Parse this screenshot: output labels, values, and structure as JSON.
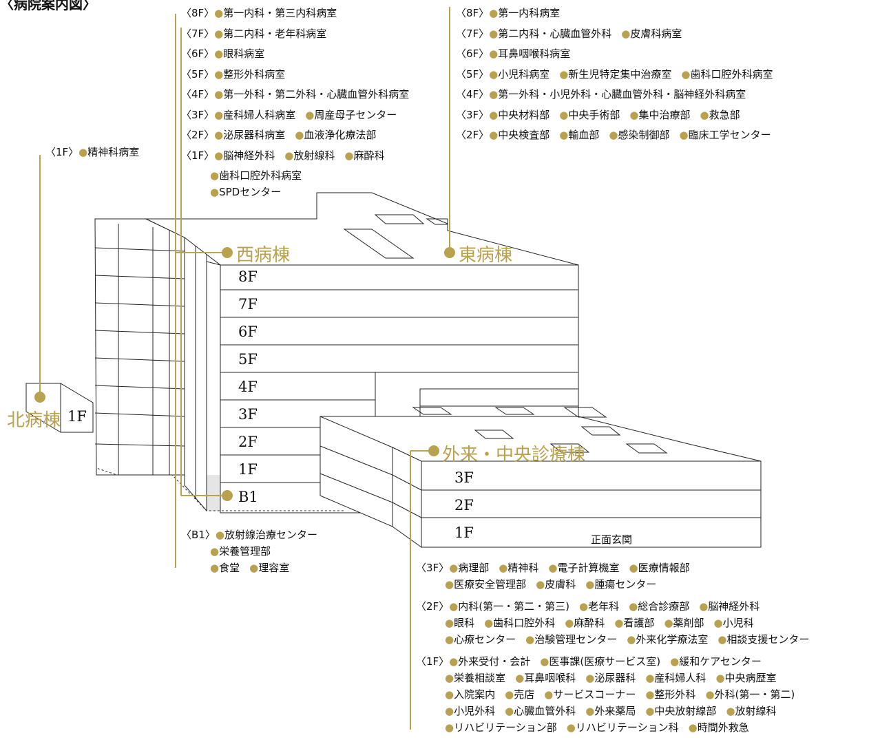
{
  "title": "〈病院案内図〉",
  "accent": "#b9a24f",
  "wards": {
    "north": "北病棟",
    "west": "西病棟",
    "east": "東病棟",
    "outpatient": "外来・中央診療棟"
  },
  "floors_main": [
    "8F",
    "7F",
    "6F",
    "5F",
    "4F",
    "3F",
    "2F",
    "1F",
    "B1"
  ],
  "floors_outpatient": [
    "3F",
    "2F",
    "1F"
  ],
  "north_floor": "1F",
  "entrance": "正面玄関",
  "north_list": [
    {
      "floor": "〈1F〉",
      "items": [
        "精神科病室"
      ]
    }
  ],
  "west_list": [
    {
      "floor": "〈8F〉",
      "items": [
        "第一内科・第三内科病室"
      ]
    },
    {
      "floor": "〈7F〉",
      "items": [
        "第二内科・老年科病室"
      ]
    },
    {
      "floor": "〈6F〉",
      "items": [
        "眼科病室"
      ]
    },
    {
      "floor": "〈5F〉",
      "items": [
        "整形外科病室"
      ]
    },
    {
      "floor": "〈4F〉",
      "items": [
        "第一外科・第二外科・心臓血管外科病室"
      ]
    },
    {
      "floor": "〈3F〉",
      "items": [
        "産科婦人科病室",
        "周産母子センター"
      ]
    },
    {
      "floor": "〈2F〉",
      "items": [
        "泌尿器科病室",
        "血液浄化療法部"
      ]
    },
    {
      "floor": "〈1F〉",
      "items": [
        "脳神経外科",
        "放射線科",
        "麻酔科"
      ]
    }
  ],
  "west_1f_extra": [
    "歯科口腔外科病室",
    "SPDセンター"
  ],
  "east_list": [
    {
      "floor": "〈8F〉",
      "items": [
        "第一内科病室"
      ]
    },
    {
      "floor": "〈7F〉",
      "items": [
        "第二内科・心臓血管外科",
        "皮膚科病室"
      ]
    },
    {
      "floor": "〈6F〉",
      "items": [
        "耳鼻咽喉科病室"
      ]
    },
    {
      "floor": "〈5F〉",
      "items": [
        "小児科病室",
        "新生児特定集中治療室",
        "歯科口腔外科病室"
      ]
    },
    {
      "floor": "〈4F〉",
      "items": [
        "第一外科・小児外科・心臓血管外科・脳神経外科病室"
      ]
    },
    {
      "floor": "〈3F〉",
      "items": [
        "中央材料部",
        "中央手術部",
        "集中治療部",
        "救急部"
      ]
    },
    {
      "floor": "〈2F〉",
      "items": [
        "中央検査部",
        "輸血部",
        "感染制御部",
        "臨床工学センター"
      ]
    }
  ],
  "b1_list": {
    "floor": "〈B1〉",
    "lines": [
      [
        "放射線治療センター"
      ],
      [
        "栄養管理部"
      ],
      [
        "食堂",
        "理容室"
      ]
    ]
  },
  "op_list": [
    {
      "floor": "〈3F〉",
      "lines": [
        [
          "病理部",
          "精神科",
          "電子計算機室",
          "医療情報部"
        ],
        [
          "医療安全管理部",
          "皮膚科",
          "腫瘍センター"
        ]
      ]
    },
    {
      "floor": "〈2F〉",
      "lines": [
        [
          "内科(第一・第二・第三)",
          "老年科",
          "総合診療部",
          "脳神経外科"
        ],
        [
          "眼科",
          "歯科口腔外科",
          "麻酔科",
          "看護部",
          "薬剤部",
          "小児科"
        ],
        [
          "心療センター",
          "治験管理センター",
          "外来化学療法室",
          "相談支援センター"
        ]
      ]
    },
    {
      "floor": "〈1F〉",
      "lines": [
        [
          "外来受付・会計",
          "医事課(医療サービス室)",
          "緩和ケアセンター"
        ],
        [
          "栄養相談室",
          "耳鼻咽喉科",
          "泌尿器科",
          "産科婦人科",
          "中央病歴室"
        ],
        [
          "入院案内",
          "売店",
          "サービスコーナー",
          "整形外科",
          "外科(第一・第二)"
        ],
        [
          "小児外科",
          "心臓血管外科",
          "外来薬局",
          "中央放射線部",
          "放射線科"
        ],
        [
          "リハビリテーション部",
          "リハビリテーション科",
          "時間外救急"
        ]
      ]
    }
  ]
}
